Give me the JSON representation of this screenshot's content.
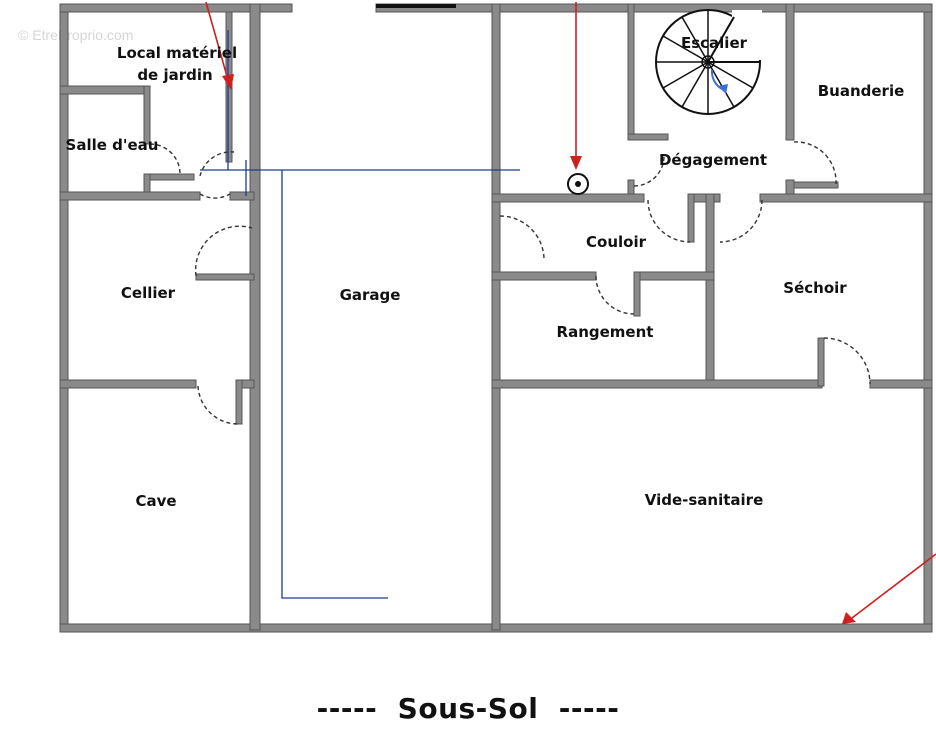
{
  "watermark": "© EtreProprio.com",
  "title": "-----  Sous-Sol  -----",
  "rooms": {
    "local_materiel": [
      "Local matériel",
      "de jardin"
    ],
    "salle_eau": "Salle d'eau",
    "cellier": "Cellier",
    "cave": "Cave",
    "garage": "Garage",
    "escalier": "Escalier",
    "buanderie": "Buanderie",
    "degagement": "Dégagement",
    "couloir": "Couloir",
    "rangement": "Rangement",
    "sechoir": "Séchoir",
    "vide_sanitaire": "Vide-sanitaire"
  },
  "colors": {
    "wall": "#8a8a8a",
    "annotation_arrow": "#d11f1f",
    "network_line": "#1f3a93"
  }
}
